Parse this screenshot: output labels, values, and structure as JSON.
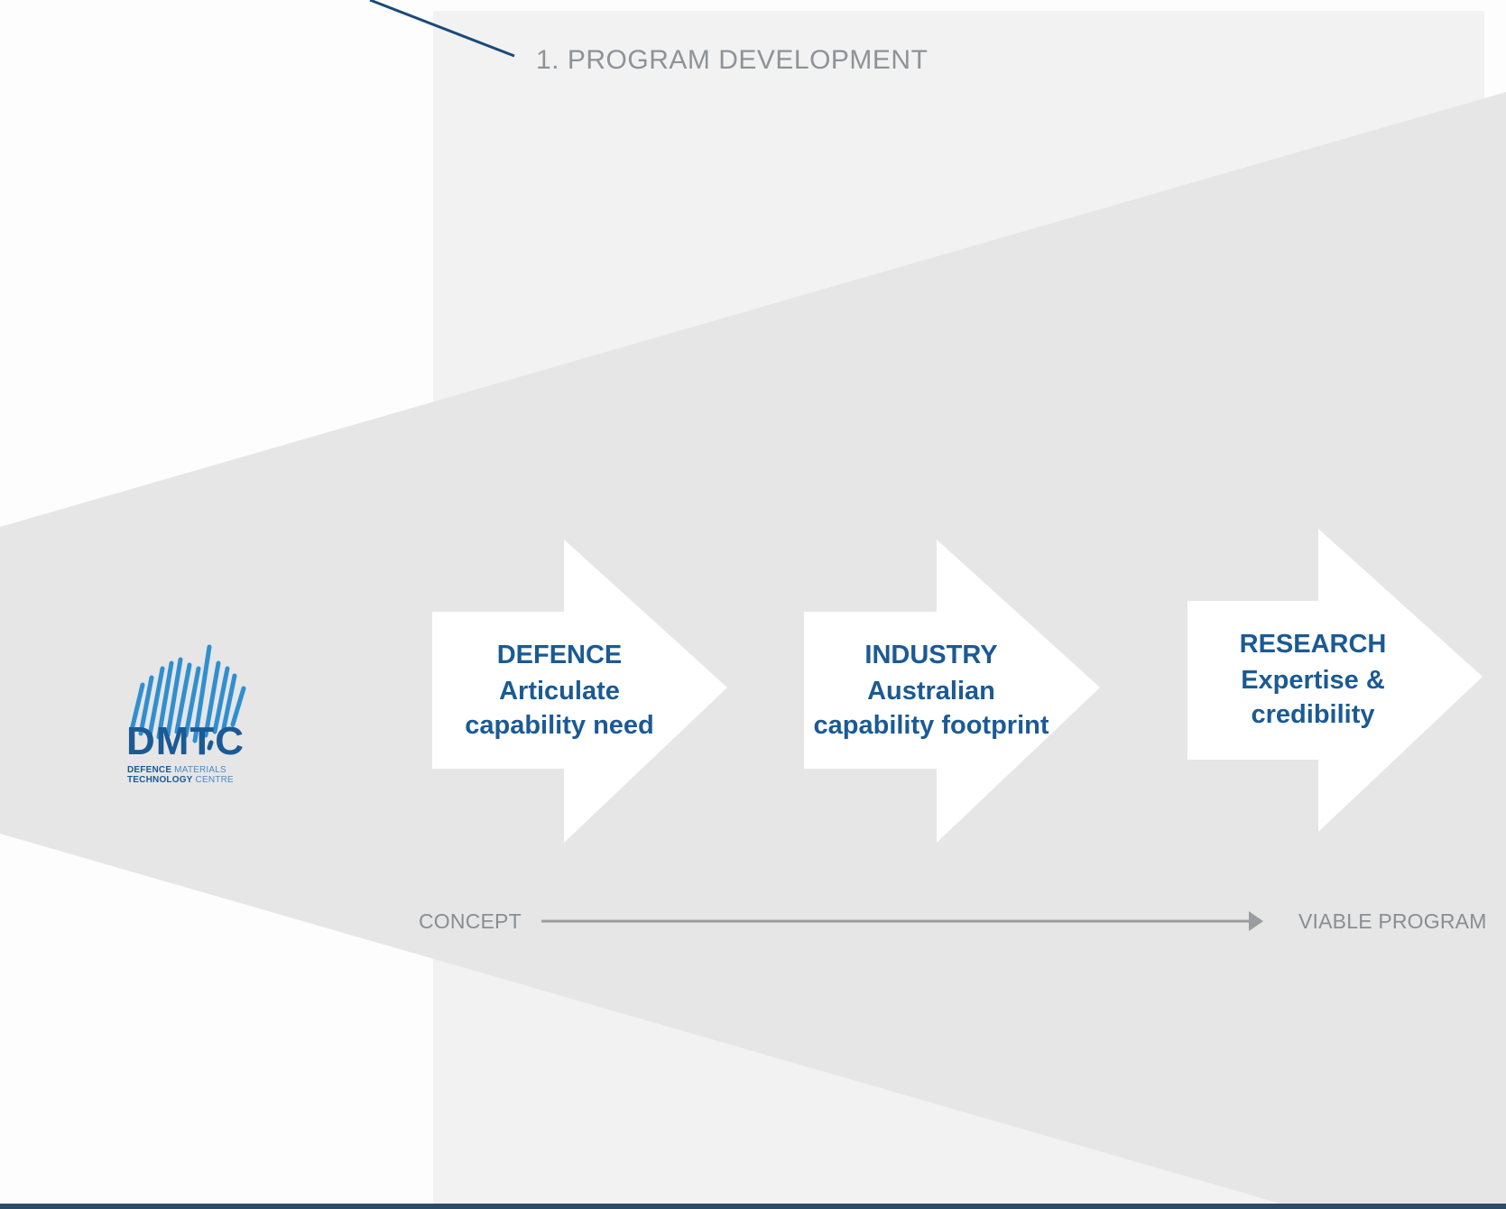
{
  "phase": {
    "title": "1. PROGRAM DEVELOPMENT"
  },
  "logo": {
    "name": "DMTC",
    "line1_bold": "DEFENCE",
    "line1_rest": "MATERIALS",
    "line2_bold": "TECHNOLOGY",
    "line2_rest": "CENTRE"
  },
  "steps": [
    {
      "title": "DEFENCE",
      "line1": "Articulate",
      "line2": "capability need"
    },
    {
      "title": "INDUSTRY",
      "line1": "Australian",
      "line2": "capability footprint"
    },
    {
      "title": "RESEARCH",
      "line1": "Expertise &",
      "line2": "credibility"
    }
  ],
  "axis": {
    "start": "CONCEPT",
    "end": "VIABLE PROGRAM"
  },
  "colors": {
    "panel": "#f2f2f3",
    "funnel": "#e6e6e7",
    "arrow_fill": "#ffffff",
    "text_blue": "#1b5a94",
    "text_grey": "#8f9296",
    "bottom_rule": "#2d4a66"
  }
}
